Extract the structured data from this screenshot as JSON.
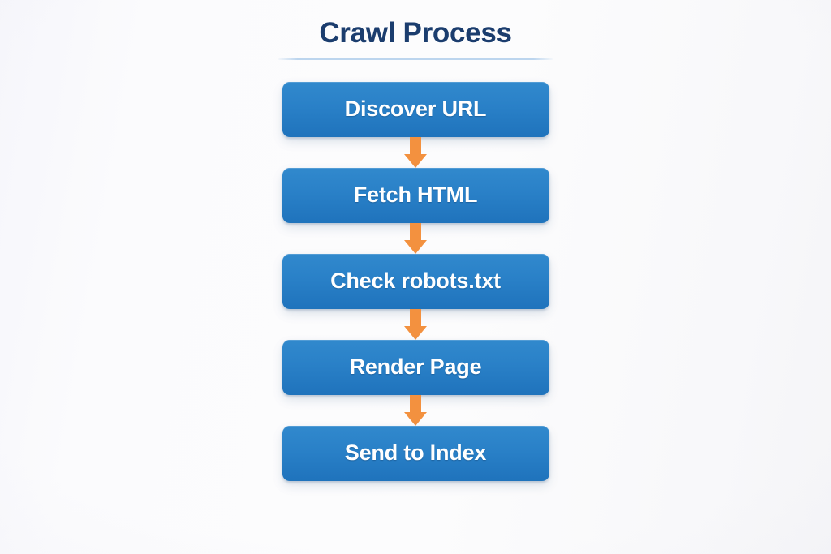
{
  "page": {
    "title": "Crawl Process",
    "background_color": "#fbfbfd",
    "title_color": "#1b3d6e",
    "rule_color": "#bcd5ee"
  },
  "flowchart": {
    "type": "vertical-flow",
    "node_fill_top": "#3189cd",
    "node_fill_bottom": "#1f73bc",
    "node_text_color": "#ffffff",
    "arrow_color": "#f3913f",
    "arrow_icon": "arrow-down-icon",
    "nodes": [
      {
        "label": "Discover URL"
      },
      {
        "label": "Fetch HTML"
      },
      {
        "label": "Check robots.txt"
      },
      {
        "label": "Render Page"
      },
      {
        "label": "Send to Index"
      }
    ]
  }
}
